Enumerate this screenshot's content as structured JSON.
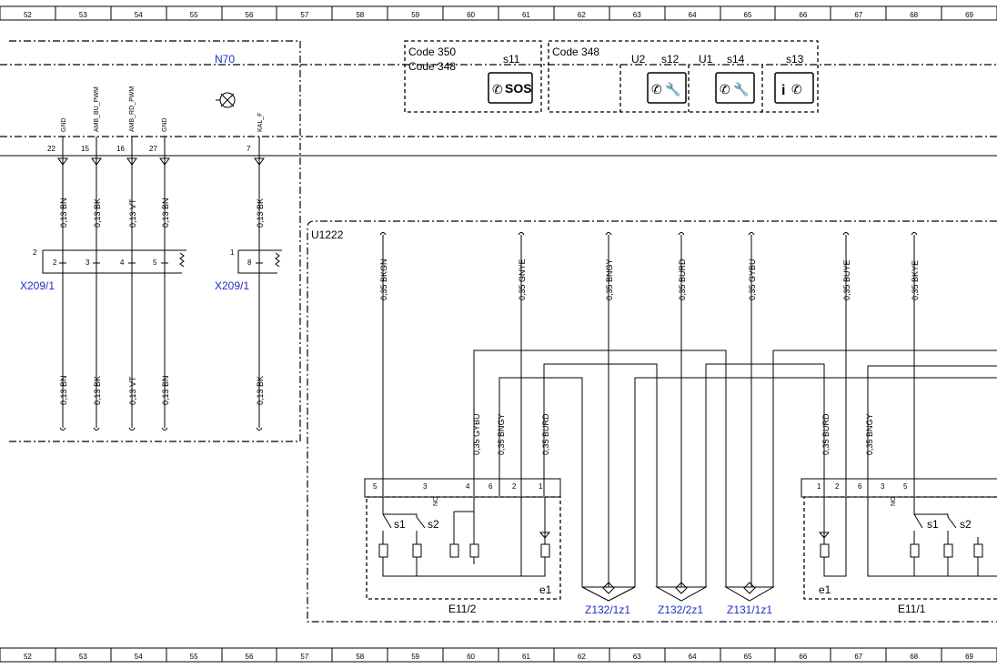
{
  "ruler": {
    "numbers": [
      "52",
      "53",
      "54",
      "55",
      "56",
      "57",
      "58",
      "59",
      "60",
      "61",
      "62",
      "63",
      "64",
      "65",
      "66",
      "67",
      "68",
      "69"
    ]
  },
  "n70": {
    "title": "N70",
    "pins": [
      "22",
      "15",
      "16",
      "27",
      "7"
    ],
    "signals": [
      "GND",
      "AMB_BU_PWM",
      "AMB_RD_PWM",
      "GND",
      "KAL_F"
    ],
    "wires_top": [
      "0,13 BN",
      "0,13 BK",
      "0,13 VT",
      "0,13 BN",
      "0,13 BK"
    ],
    "wires_bottom": [
      "0,13 BN",
      "0,13 BK",
      "0,13 VT",
      "0,13 BN",
      "0,13 BK"
    ],
    "connector_left": {
      "name": "X209/1",
      "number": "2",
      "pins": [
        "2",
        "3",
        "4",
        "5"
      ]
    },
    "connector_right": {
      "name": "X209/1",
      "number": "1",
      "pins": [
        "8"
      ]
    }
  },
  "codes": {
    "box1_line1": "Code 350",
    "box1_line2": "Code 348",
    "box2_line1": "Code 348",
    "s11": "s11",
    "s12": "s12",
    "s14": "s14",
    "s13": "s13",
    "u2": "U2",
    "u1": "U1",
    "sos": "SOS"
  },
  "u1222": {
    "title": "U1222",
    "top_wires": [
      "0,35 BKGN",
      "0,35 GNYE",
      "0,35 BNGY",
      "0,35 BURD",
      "0,35 GYBU",
      "0,35 BUYE",
      "0,35 BKYE"
    ],
    "left_wires": [
      "0,35 GYBU",
      "0,35 BNGY",
      "0,35 BURD"
    ],
    "right_wires": [
      "0,35 BURD",
      "0,35 BNGY"
    ],
    "splices": [
      "Z132/1z1",
      "Z132/2z1",
      "Z131/1z1"
    ]
  },
  "e11_2": {
    "name": "E11/2",
    "pins": [
      "5",
      "3",
      "4",
      "6",
      "2",
      "1"
    ],
    "nc": "NC",
    "s1": "s1",
    "s2": "s2",
    "e1": "e1"
  },
  "e11_1": {
    "name": "E11/1",
    "pins": [
      "1",
      "2",
      "6",
      "3",
      "5"
    ],
    "nc": "NC",
    "s1": "s1",
    "s2": "s2",
    "e1": "e1"
  }
}
